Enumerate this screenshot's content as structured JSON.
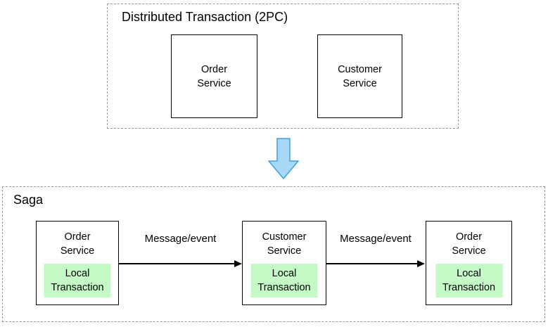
{
  "colors": {
    "node_border": "#000000",
    "dashed_border": "#999999",
    "local_transaction_bg": "#C5FAC6",
    "arrow_fill": "#A8D8F5",
    "arrow_stroke": "#3E9FDE",
    "edge_color": "#000000"
  },
  "top_group": {
    "title": "Distributed Transaction (2PC)",
    "nodes": [
      {
        "label": "Order\nService"
      },
      {
        "label": "Customer\nService"
      }
    ]
  },
  "bottom_group": {
    "title": "Saga",
    "nodes": [
      {
        "label": "Order\nService",
        "sub_label": "Local\nTransaction"
      },
      {
        "label": "Customer\nService",
        "sub_label": "Local\nTransaction"
      },
      {
        "label": "Order\nService",
        "sub_label": "Local\nTransaction"
      }
    ],
    "edges": [
      {
        "label": "Message/event"
      },
      {
        "label": "Message/event"
      }
    ]
  }
}
